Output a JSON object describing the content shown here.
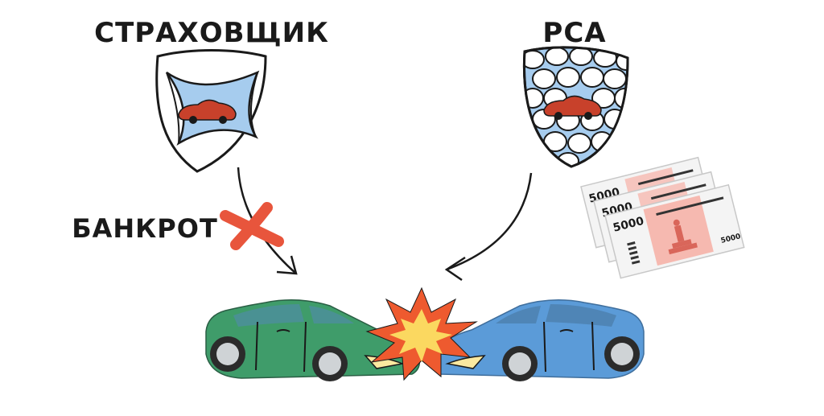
{
  "labels": {
    "insurer": "СТРАХОВЩИК",
    "rsa": "РСА",
    "bankrupt": "БАНКРОТ"
  },
  "banknotes": [
    {
      "denomination": "5000"
    },
    {
      "denomination": "5000"
    },
    {
      "denomination": "5000"
    }
  ],
  "banknote_serial": "5000",
  "colors": {
    "ink": "#1a1a1a",
    "shield_fill": "#a6ccee",
    "car_red": "#c8412b",
    "cross_red": "#e8553c",
    "car_green": "#3f9c6a",
    "car_blue": "#5b9bd8",
    "banknote_pink": "#f6b9b0",
    "explosion_orange": "#ee5a2f",
    "explosion_yellow": "#fbd860"
  }
}
